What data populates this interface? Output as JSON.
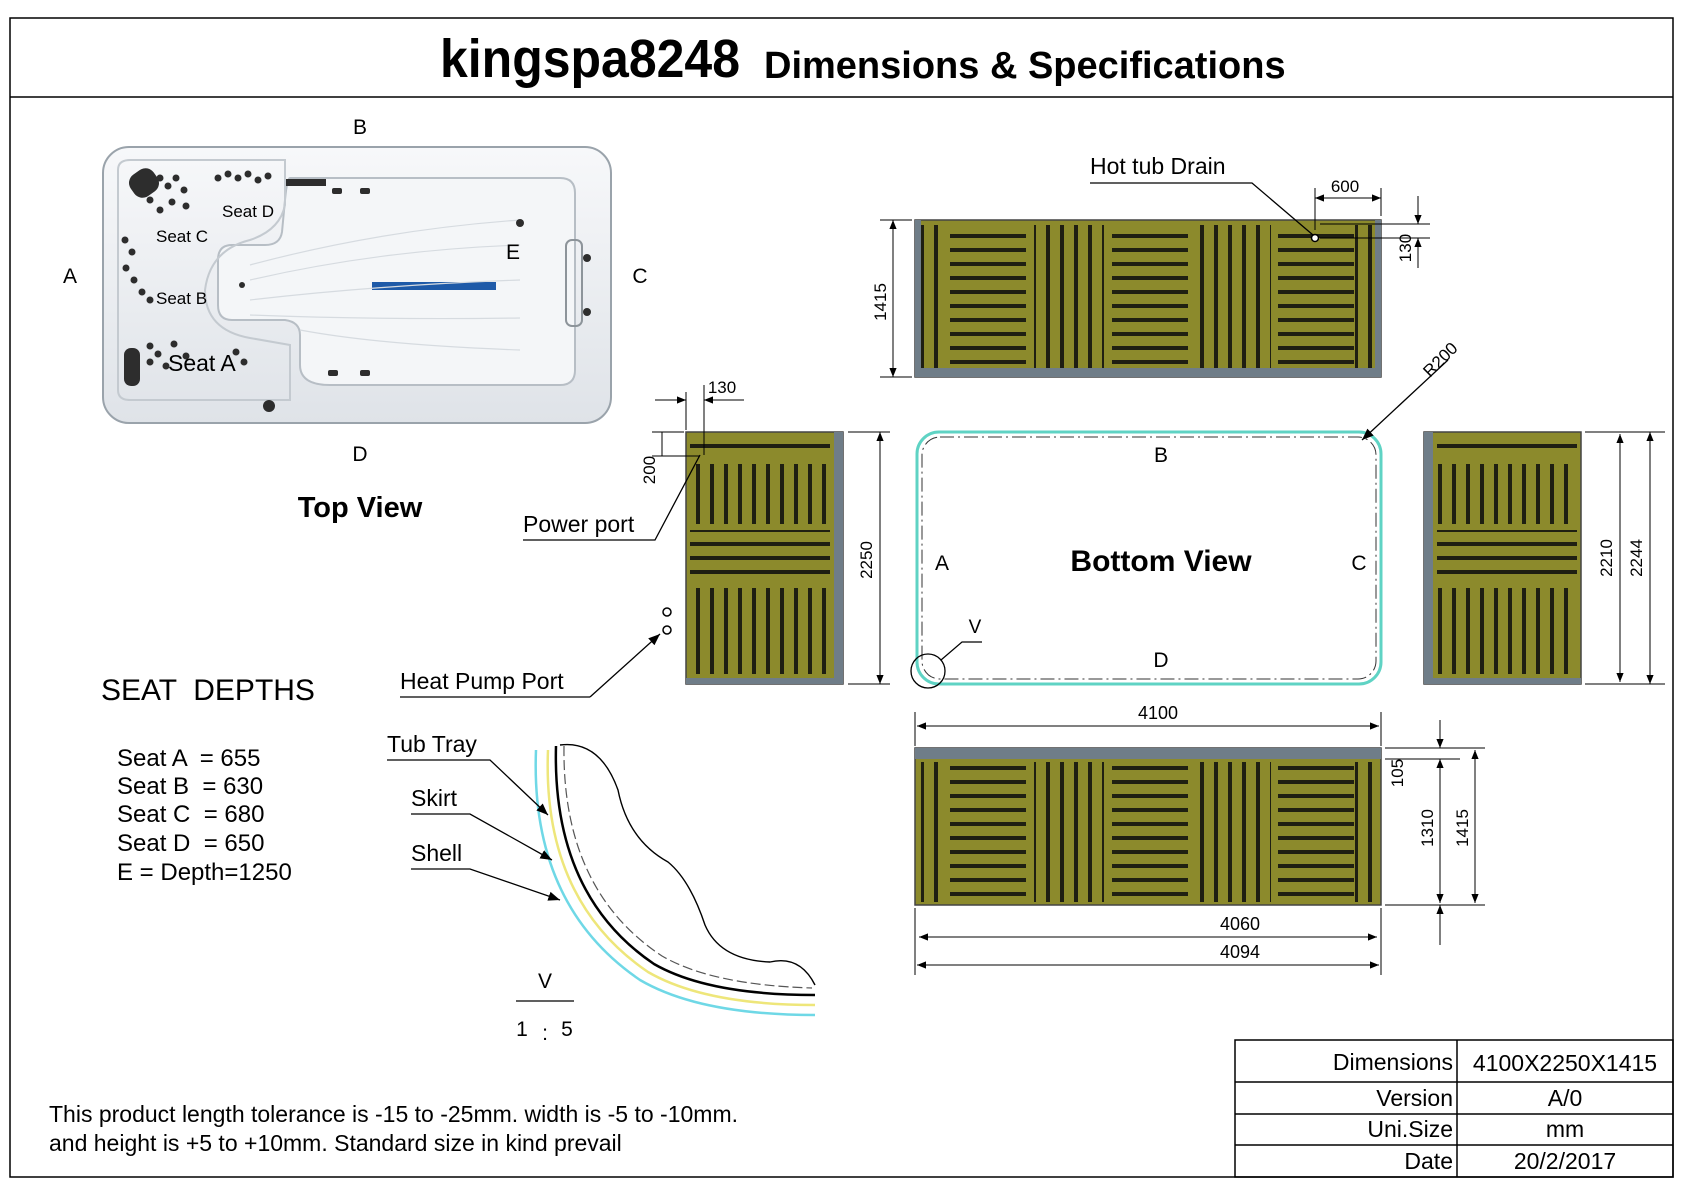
{
  "title": {
    "model": "kingspa8248",
    "subtitle": "Dimensions & Specifications"
  },
  "top_view": {
    "label": "Top View",
    "side_labels": {
      "a": "A",
      "b": "B",
      "c": "C",
      "d": "D"
    },
    "seats": {
      "a": "Seat A",
      "b": "Seat B",
      "c": "Seat C",
      "d": "Seat D",
      "e": "E"
    }
  },
  "seat_depths": {
    "heading": "SEAT  DEPTHS",
    "lines": [
      "Seat A  = 655",
      "Seat B  = 630",
      "Seat C  = 680",
      "Seat D  = 650",
      "E = Depth=1250"
    ]
  },
  "side_view_top": {
    "callout": "Hot tub Drain",
    "dims": {
      "d600": "600",
      "d130": "130",
      "d1415": "1415"
    }
  },
  "end_view_left": {
    "callouts": {
      "power": "Power port",
      "heat_pump": "Heat Pump Port"
    },
    "dims": {
      "d130": "130",
      "d200": "200",
      "d2250": "2250"
    }
  },
  "bottom_view": {
    "label": "Bottom View",
    "side_labels": {
      "a": "A",
      "b": "B",
      "c": "C",
      "d": "D"
    },
    "radius": "R200",
    "detail_ref": "V"
  },
  "end_view_right": {
    "dims": {
      "d2210": "2210",
      "d2244": "2244"
    }
  },
  "side_view_bottom": {
    "dims": {
      "d4100": "4100",
      "d105": "105",
      "d1310": "1310",
      "d1415": "1415",
      "d4060": "4060",
      "d4094": "4094"
    }
  },
  "detail": {
    "callouts": {
      "tray": "Tub Tray",
      "skirt": "Skirt",
      "shell": "Shell"
    },
    "ref": "V",
    "scale_left": "1",
    "scale_sep": ":",
    "scale_right": "5"
  },
  "tolerance_note": {
    "line1": "This product length tolerance is -15 to -25mm. width is -5 to -10mm.",
    "line2": "and height is +5 to +10mm. Standard size in kind prevail"
  },
  "spec_table": [
    {
      "label": "Dimensions",
      "value": "4100X2250X1415"
    },
    {
      "label": "Version",
      "value": "A/0"
    },
    {
      "label": "Uni.Size",
      "value": "mm"
    },
    {
      "label": "Date",
      "value": "20/2/2017"
    }
  ],
  "colors": {
    "panel_wood": "#8c8a2c",
    "panel_dark": "#1f1f12",
    "panel_edge": "#6f7d88",
    "bottom_outline": "#5fd3c4",
    "detail_cyan": "#6fd8e6",
    "detail_yellow": "#eee67a",
    "pool_blue": "#1e5aa8",
    "shell_grey": "#e9ecef"
  }
}
